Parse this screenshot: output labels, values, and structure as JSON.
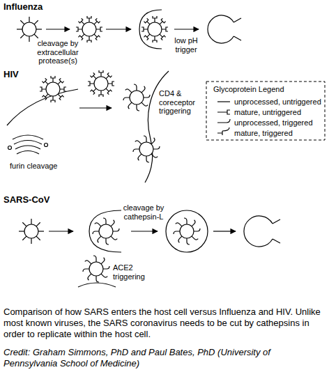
{
  "diagram": {
    "caption": "Comparison of how SARS enters the host cell versus Influenza and HIV. Unlike most known viruses, the SARS coronavirus needs to be cut by cathepsins in order to replicate within the host cell.",
    "labels": [
      "Influenza",
      "cleavage by extracellular protease(s)",
      "low pH trigger",
      "HIV",
      "furin cleavage",
      "CD4 & coreceptor triggering",
      "Glycoprotein Legend",
      "SARS-CoV",
      "ACE2 triggering",
      "cleavage by cathepsin-L",
      "Credit: Graham Simmons, PhD and Paul Bates, PhD (University of Pennsylvania School of Medicine)"
    ],
    "legend": [
      {
        "text": "unprocessed, untriggered"
      },
      {
        "text": "mature, untriggered"
      },
      {
        "text": "unprocessed, triggered"
      },
      {
        "text": "mature, triggered"
      }
    ]
  }
}
